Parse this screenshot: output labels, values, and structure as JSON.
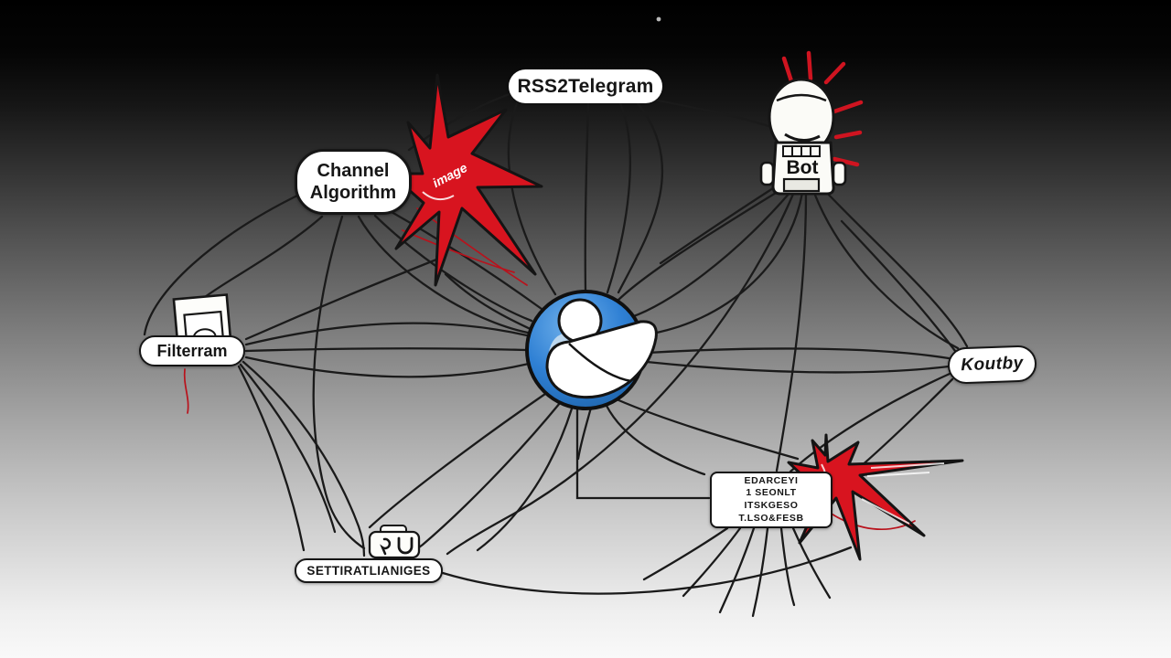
{
  "diagram": {
    "title": "RSS2Telegram",
    "nodes": {
      "rss2telegram": {
        "label": "RSS2Telegram"
      },
      "channel_algorithm": {
        "line1": "Channel",
        "line2": "Algorithm"
      },
      "burst_top": {
        "scribble": "image"
      },
      "bot": {
        "label": "Bot"
      },
      "filterram": {
        "label": "Filterram"
      },
      "koutby": {
        "label": "Koutby"
      },
      "info_box": {
        "lines": [
          "EDARCEYI",
          "1 SEONLT",
          "ITSKGESO",
          "T.LSO&FESB"
        ]
      },
      "settirat": {
        "label": "SETTIRATLIANIGES"
      }
    },
    "colors": {
      "burst_red": "#d8141f",
      "hub_blue": "#2f80d4",
      "line_black": "#1a1a1a",
      "pill_white": "#ffffff"
    }
  }
}
